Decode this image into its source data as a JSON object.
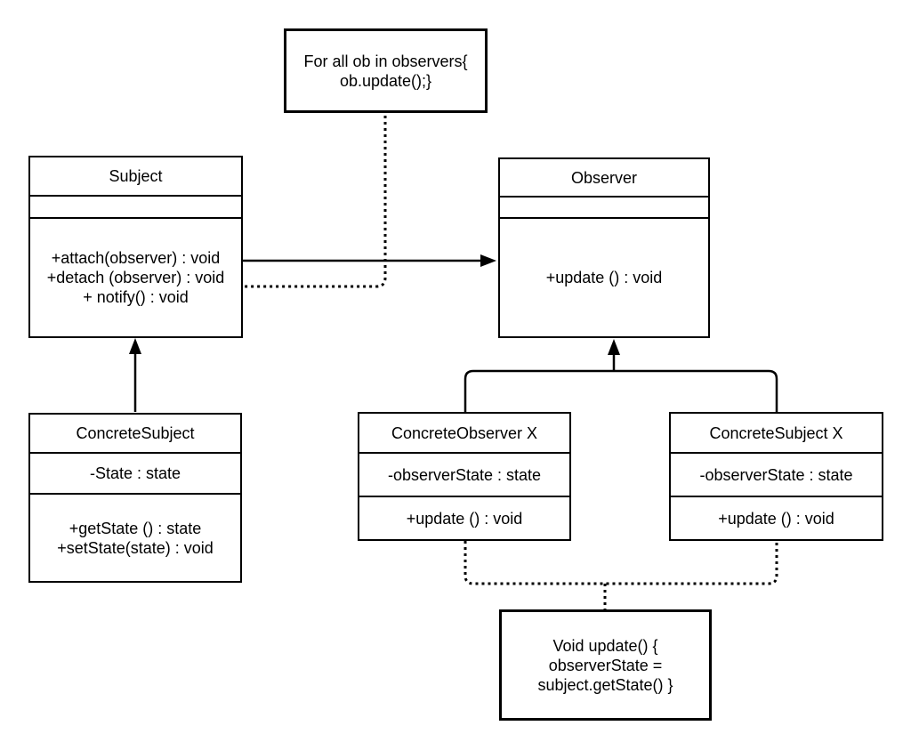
{
  "notes": {
    "for_all": {
      "lines": [
        "For all ob in observers{",
        "ob.update();}"
      ]
    },
    "update_impl": {
      "lines": [
        "Void update() {",
        "observerState =",
        "subject.getState() }"
      ]
    }
  },
  "classes": {
    "subject": {
      "name": "Subject",
      "attributes": [],
      "methods": [
        "+attach(observer) : void",
        "+detach (observer) : void",
        "+ notify() : void"
      ]
    },
    "observer": {
      "name": "Observer",
      "attributes": [],
      "methods": [
        "+update () : void"
      ]
    },
    "concrete_subject": {
      "name": "ConcreteSubject",
      "attributes": [
        "-State : state"
      ],
      "methods": [
        "+getState () : state",
        "+setState(state) : void"
      ]
    },
    "concrete_observer_x": {
      "name": "ConcreteObserver X",
      "attributes": [
        "-observerState : state"
      ],
      "methods": [
        "+update () : void"
      ]
    },
    "concrete_subject_x": {
      "name": "ConcreteSubject X",
      "attributes": [
        "-observerState : state"
      ],
      "methods": [
        "+update () : void"
      ]
    }
  },
  "connectors": {
    "subject_observer_association": "solid-arrow",
    "note_to_association": "dotted",
    "concrete_subject_to_subject": "solid-arrow",
    "concrete_observers_to_observer": "solid-arrow",
    "concrete_observers_to_note": "dotted"
  },
  "colors": {
    "line": "#000000",
    "text": "#000000",
    "background": "#ffffff"
  }
}
